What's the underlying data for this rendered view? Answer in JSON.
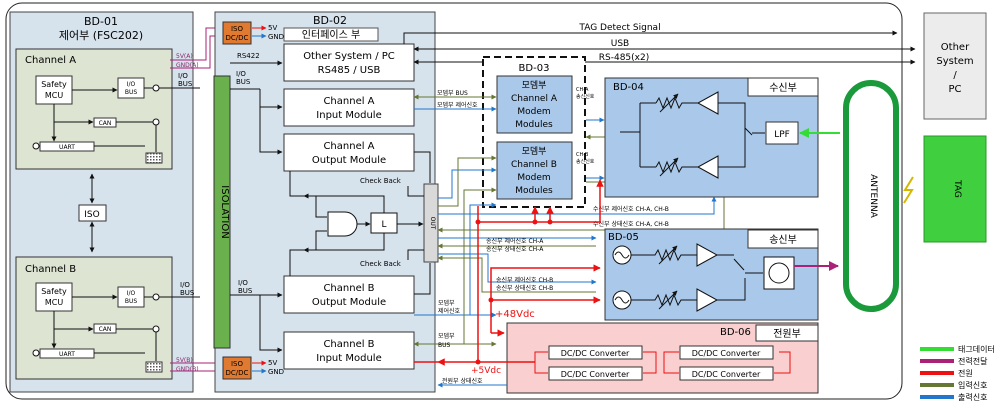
{
  "bd01": {
    "id": "BD-01",
    "title": "제어부 (FSC202)",
    "channel_a": "Channel A",
    "channel_b": "Channel B",
    "safety_mcu": [
      "Safety",
      "MCU"
    ],
    "io_bus": [
      "I/O",
      "BUS"
    ],
    "can": "CAN",
    "uart": "UART",
    "iso": "ISO",
    "pin_a": [
      "5V(A)",
      "GND(A)"
    ],
    "pin_b": [
      "5V(B)",
      "GND(B)"
    ]
  },
  "isodc": {
    "label": [
      "ISO",
      "DC/DC"
    ],
    "pins": [
      "5V",
      "GND"
    ]
  },
  "bd02": {
    "id": "BD-02",
    "title": "인터페이스 부",
    "other_system": [
      "Other System / PC",
      "RS485 / USB"
    ],
    "rs422": "RS422",
    "io_bus": [
      "I/O",
      "BUS"
    ],
    "isolation": "ISOLATION",
    "ch_a_input": [
      "Channel A",
      "Input Module"
    ],
    "ch_a_output": [
      "Channel A",
      "Output Module"
    ],
    "ch_b_output": [
      "Channel B",
      "Output Module"
    ],
    "ch_b_input": [
      "Channel B",
      "Input Module"
    ],
    "check_back": "Check Back",
    "l": "L",
    "out": "OUT"
  },
  "bd03": {
    "id": "BD-03",
    "modem_a": [
      "모뎀부",
      "Channel A",
      "Modem",
      "Modules"
    ],
    "modem_b": [
      "모뎀부",
      "Channel B",
      "Modem",
      "Modules"
    ],
    "ch_a_sig": [
      "CH-A",
      "송신신호"
    ],
    "ch_b_sig": [
      "CH-B",
      "송신신호"
    ]
  },
  "bd04": {
    "id": "BD-04",
    "title": "수신부",
    "lpf": "LPF"
  },
  "bd05": {
    "id": "BD-05",
    "title": "송신부"
  },
  "bd06": {
    "id": "BD-06",
    "title": "전원부",
    "converter": "DC/DC Converter"
  },
  "signals": {
    "tag_detect": "TAG Detect Signal",
    "usb": "USB",
    "rs485": "RS-485(x2)",
    "modem_bus": "모뎀부 BUS",
    "modem_ctrl": "모뎀부 제어신호",
    "rx_ctrl": "수신부 제어신호 CH-A, CH-B",
    "rx_status": "수신부 상태신호 CH-A, CH-B",
    "tx_ctrl_a": "송신부 제어신호 CH-A",
    "tx_status_a": "송신부 상태신호 CH-A",
    "tx_ctrl_b": "송신부 제어신호 CH-B",
    "tx_status_b": "송신부 상태신호 CH-B",
    "modem_ctrl_v": [
      "모뎀부",
      "제어신호"
    ],
    "modem_bus_v": [
      "모뎀부",
      "BUS"
    ],
    "v48": "+48Vdc",
    "v5": "+5Vdc",
    "power_status": "전원부 상태신호"
  },
  "other_system_right": [
    "Other",
    "System",
    "/",
    "PC"
  ],
  "antenna": "ANTENNA",
  "tag": "TAG",
  "legend": [
    {
      "label": "태그데이터",
      "color": "#33dd33"
    },
    {
      "label": "전력전달",
      "color": "#aa2277"
    },
    {
      "label": "전원",
      "color": "#ee1111"
    },
    {
      "label": "입력신호",
      "color": "#667733"
    },
    {
      "label": "출력신호",
      "color": "#2277cc"
    }
  ]
}
